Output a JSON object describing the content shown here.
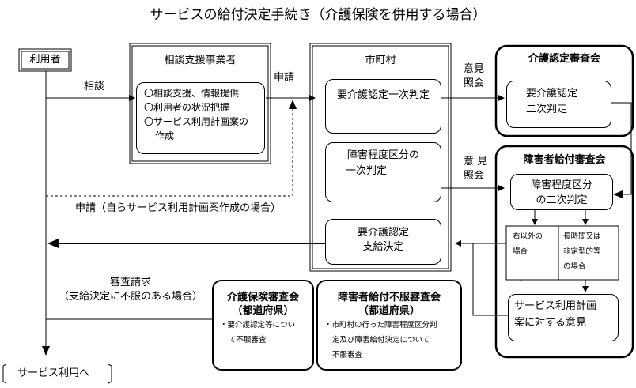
{
  "title": "サービスの給付決定手続き（介護保険を併用する場合）",
  "user": {
    "label": "利用者"
  },
  "consult_label": "相談",
  "apply_label": "申請",
  "self_apply_label": "申請（自らサービス利用計画案作成の場合）",
  "consultation_office": {
    "title": "相談支援事業者",
    "items": [
      "〇相談支援、情報提供",
      "〇利用者の状況把握",
      "〇サービス利用計画案の",
      "作成"
    ]
  },
  "municipality": {
    "title": "市町村",
    "care_first": "要介護認定一次判定",
    "disability_first": [
      "障害程度区分の",
      "一次判定"
    ],
    "care_support": [
      "要介護認定",
      "支給決定"
    ]
  },
  "opinion_label": [
    "意見",
    "照会"
  ],
  "opinion_label_2": [
    "意 見",
    "照会"
  ],
  "care_board": {
    "title": "介護認定審査会",
    "second": [
      "要介護認定",
      "二次判定"
    ]
  },
  "disability_board": {
    "title": "障害者給付審査会",
    "second": [
      "障害程度区分",
      "の二次判定"
    ],
    "branch_other": [
      "右以外の",
      "場合"
    ],
    "branch_long": [
      "長時間又は",
      "非定型的等",
      "の場合"
    ],
    "opinion": [
      "サービス利用計画",
      "案に対する意見"
    ]
  },
  "review_request": [
    "審査請求",
    "（支給決定に不服のある場合）"
  ],
  "care_appeal": {
    "title": [
      "介護保険審査会",
      "（都道府県）"
    ],
    "body": [
      "・要介護認定等につい",
      "て不服審査"
    ]
  },
  "disability_appeal": {
    "title": [
      "障害者給付不服審査会",
      "（都道府県）"
    ],
    "body": [
      "・市町村の行った障害程度区分判",
      "定及び障害給付決定について",
      "不服審査"
    ]
  },
  "to_service": "サービス利用へ"
}
